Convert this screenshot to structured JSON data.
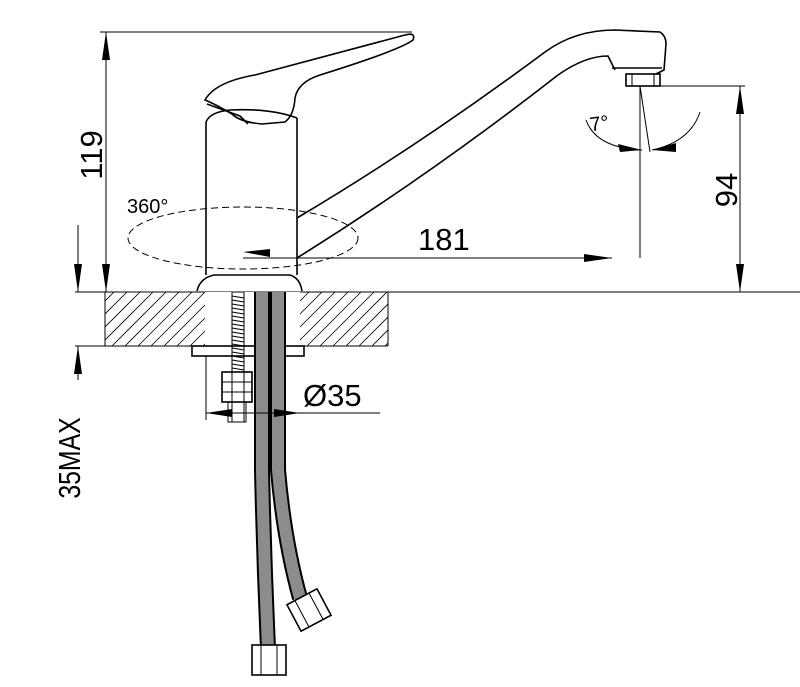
{
  "drawing": {
    "dimensions": {
      "height_overall": "119",
      "spout_height": "94",
      "spout_reach": "181",
      "rotation_angle": "360°",
      "tilt_angle": "7°",
      "hole_diameter": "Ø35",
      "max_counter_thickness": "35MAX"
    }
  }
}
